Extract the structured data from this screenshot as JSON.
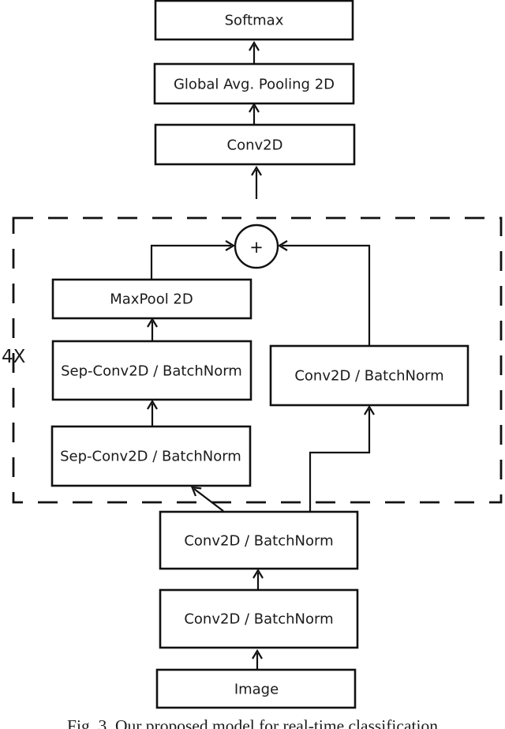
{
  "diagram": {
    "nodes": {
      "softmax": "Softmax",
      "global_avg_pooling": "Global Avg. Pooling 2D",
      "conv2d": "Conv2D",
      "maxpool": "MaxPool 2D",
      "sep_conv_upper": "Sep-Conv2D / BatchNorm",
      "sep_conv_lower": "Sep-Conv2D / BatchNorm",
      "conv_bn_right": "Conv2D / BatchNorm",
      "conv_bn_mid": "Conv2D / BatchNorm",
      "conv_bn_low": "Conv2D / BatchNorm",
      "image": "Image"
    },
    "repeat_label": "4X",
    "add_symbol": "+",
    "colors": {
      "stroke": "#111111",
      "background": "#ffffff",
      "text": "#1a1a1a"
    }
  },
  "caption": "Fig. 3. Our proposed model for real-time classification"
}
